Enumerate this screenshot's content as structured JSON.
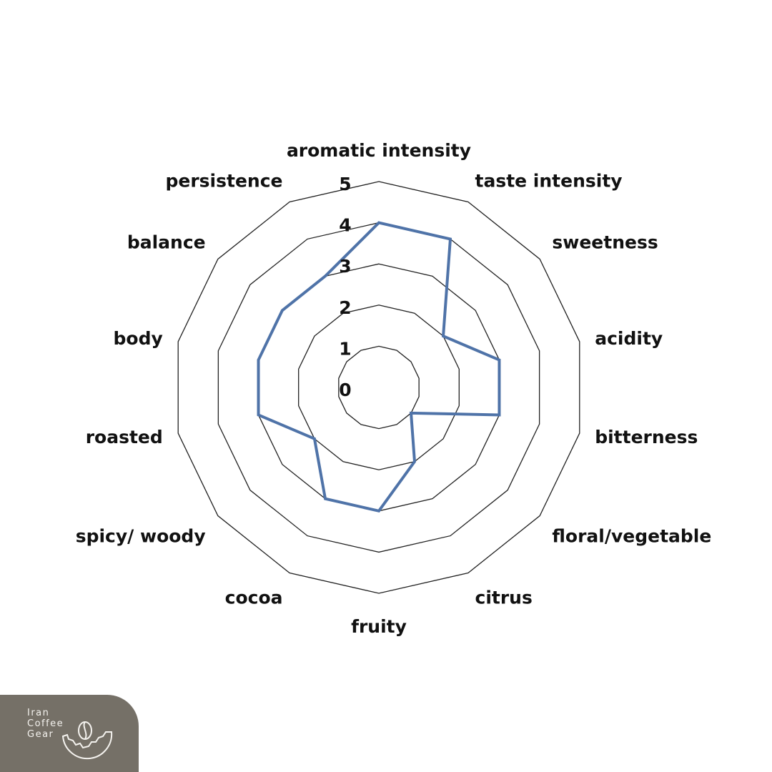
{
  "chart_data": {
    "type": "radar",
    "title": "",
    "categories": [
      "aromatic intensity",
      "taste intensity",
      "sweetness",
      "acidity",
      "bitterness",
      "floral/vegetable",
      "citrus",
      "fruity",
      "cocoa",
      "spicy/ woody",
      "roasted",
      "body",
      "balance",
      "persistence"
    ],
    "series": [
      {
        "name": "",
        "values": [
          4,
          4,
          2,
          3,
          3,
          1,
          2,
          3,
          3,
          2,
          3,
          3,
          3,
          3
        ],
        "color": "#4f73a8"
      }
    ],
    "rlim": [
      0,
      5
    ],
    "ticks": [
      "0",
      "1",
      "2",
      "3",
      "4",
      "5"
    ],
    "grid": true,
    "legend": "none"
  },
  "logo": {
    "line1": "Iran",
    "line2": "Coffee",
    "line3": "Gear"
  }
}
